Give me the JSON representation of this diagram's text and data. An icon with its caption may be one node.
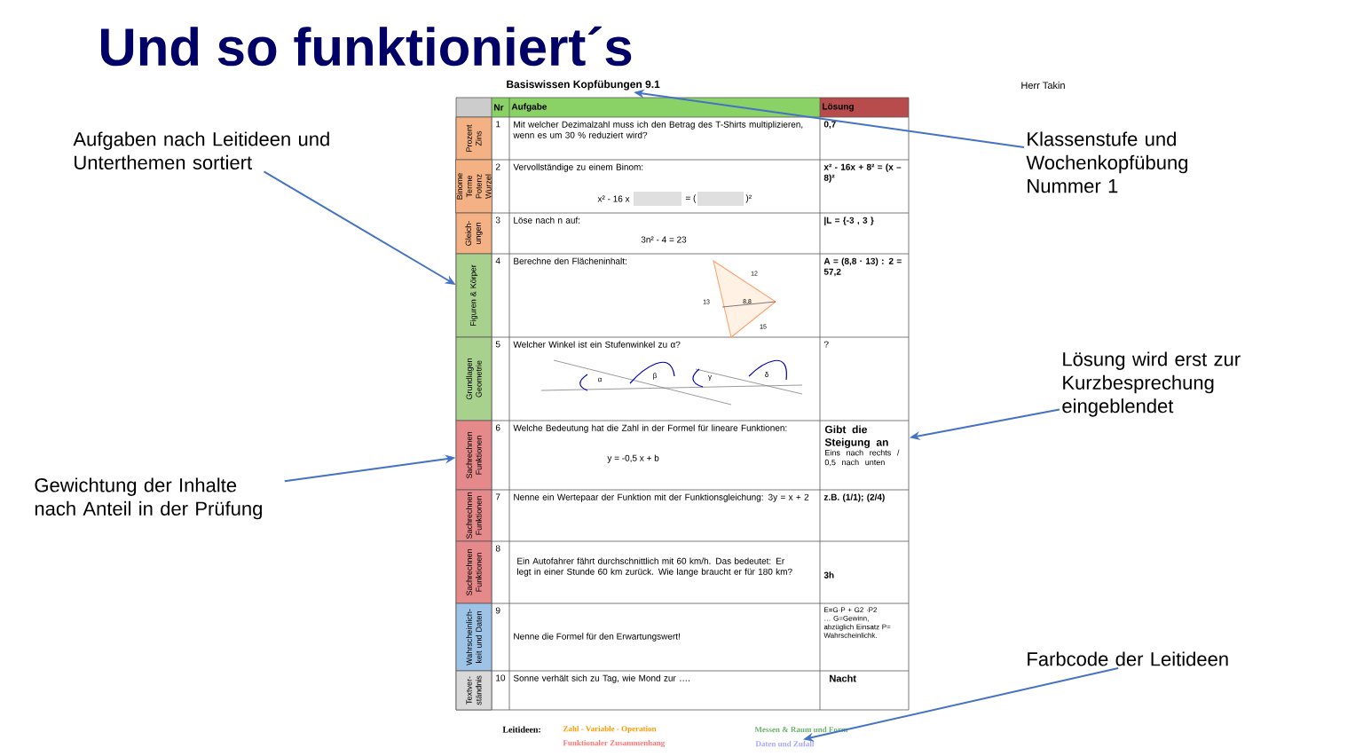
{
  "diagram": {
    "title": "Und so funktioniert´s",
    "nodes": [
      {
        "text": [
          "Aufgaben nach Leitideen und Unterthemen sortiert"
        ]
      },
      {
        "text": [
          "Gewichtung der Inhalte nach Anteil in der Prüfung"
        ]
      },
      {
        "text": [
          "Klassenstufe und Wochenkopfübung Nummer 1"
        ]
      },
      {
        "text": [
          "Lösung wird erst zur Kurzbesprechung eingeblendet"
        ]
      },
      {
        "text": [
          "Farbcode der Leitideen"
        ]
      },
      {
        "text": [
          "Basiswissen Kopfübungen 9.1"
        ]
      },
      {
        "text": [
          "Prozent Zins"
        ]
      },
      {
        "text": [
          "Binome Terme Potenz Wurzel"
        ]
      },
      {
        "text": [
          "Gleich-ungen"
        ]
      },
      {
        "text": [
          "Figuren & Körper"
        ]
      },
      {
        "text": [
          "Grundlagen Geometrie"
        ]
      },
      {
        "text": [
          "Sachrechnen Funktionen"
        ]
      },
      {
        "text": [
          "Sachrechnen Funktionen"
        ]
      },
      {
        "text": [
          "Sachrechnen Funktionen"
        ]
      },
      {
        "text": [
          "Wahrscheinlich-keit und Daten"
        ]
      },
      {
        "text": [
          "Textver-ständnis"
        ]
      },
      {
        "text": [
          "Gibt die Steigung an",
          "Eins nach rechts / 0,5 nach unten"
        ]
      },
      {
        "text": [
          "Daten und Zufall"
        ]
      }
    ],
    "edges": [
      {
        "from": 0,
        "to": 9,
        "arrow": "to"
      },
      {
        "from": 1,
        "to": 11,
        "arrow": "to"
      },
      {
        "from": 2,
        "to": 5,
        "arrow": "to"
      },
      {
        "from": 3,
        "to": 16,
        "arrow": "to"
      },
      {
        "from": 4,
        "to": 17,
        "arrow": "to"
      }
    ],
    "labels": [
      "Herr Takin",
      "Nr",
      "Aufgabe",
      "Lösung",
      "1",
      "Mit welcher Dezimalzahl muss ich den Betrag des T-Shirts multiplizieren, wenn es um 30 % reduziert wird?",
      "0,7",
      "2",
      "Vervollständige zu einem Binom:",
      "x² - 16 x",
      "= (",
      ")²",
      "x² - 16x + 8² = (x – 8)²",
      "3",
      "Löse nach n auf:",
      "3n² - 4 = 23",
      "|L = {-3 , 3 }",
      "4",
      "Berechne den Flächeninhalt:",
      "12",
      "13",
      "8,8",
      "15",
      "A = (8,8 · 13) : 2 = 57,2",
      "5",
      "Welcher Winkel ist ein Stufenwinkel zu α?",
      "α",
      "β",
      "γ",
      "δ",
      "?",
      "6",
      "Welche Bedeutung hat die Zahl in der Formel für lineare Funktionen:",
      "y = -0,5 x + b",
      "7",
      "Nenne ein Wertepaar der Funktion mit der Funktionsgleichung:  3y  = x + 2",
      "z.B. (1/1); (2/4)",
      "8",
      "Ein Autofahrer fährt durchschnittlich mit 60 km/h. Das bedeutet: Er legt in einer Stunde 60 km zurück. Wie lange braucht er für 180 km?",
      "3h",
      "9",
      "Nenne die Formel für den Erwartungswert!",
      "E=G·P + G2 ·P2 … G=Gewinn, abzüglich Einsatz P= Wahrscheinlichk.",
      "10",
      "Sonne verhält sich zu Tag, wie Mond zur ….",
      "Nacht",
      "Leitideen:",
      "Zahl - Variable - Operation",
      "Funktionaler Zusammenhang",
      "Messen & Raum und Form"
    ]
  }
}
